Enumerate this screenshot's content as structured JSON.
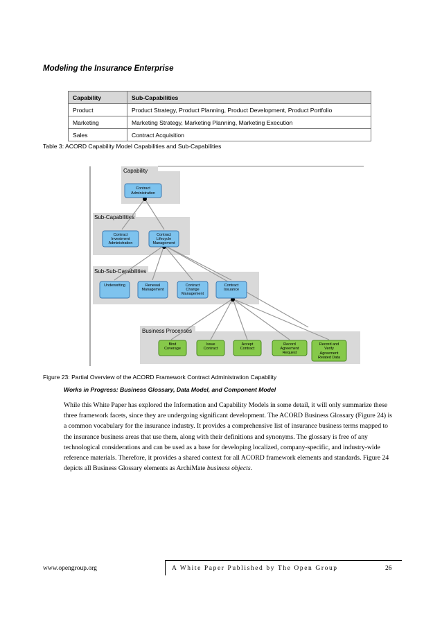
{
  "section_title": "Modeling the Insurance Enterprise",
  "table": {
    "headers": [
      "Capability",
      "Sub-Capabilities"
    ],
    "rows": [
      [
        "Product",
        "Product Strategy, Product Planning, Product Development, Product Portfolio"
      ],
      [
        "Marketing",
        "Marketing Strategy, Marketing Planning, Marketing Execution"
      ],
      [
        "Sales",
        "Contract Acquisition"
      ]
    ]
  },
  "table_caption": "Table 3: ACORD Capability Model Capabilities and Sub-Capabilities",
  "figure": {
    "group_labels": {
      "capability": "Capability",
      "sub_capabilities": "Sub-Capabilities",
      "sub_sub_capabilities": "Sub-Sub-Capabilities",
      "business_processes": "Business Processes"
    },
    "capability_box": [
      "Contract",
      "Administration"
    ],
    "sub_boxes": [
      [
        "Contract",
        "Investment",
        "Administration"
      ],
      [
        "Contract",
        "Lifecycle",
        "Management"
      ]
    ],
    "subsub_boxes": [
      [
        "Underwriting"
      ],
      [
        "Renewal",
        "Management"
      ],
      [
        "Contract",
        "Change",
        "Management"
      ],
      [
        "Contract",
        "Issuance"
      ]
    ],
    "process_boxes": [
      [
        "Bind",
        "Coverage"
      ],
      [
        "Issue",
        "Contract"
      ],
      [
        "Accept",
        "Contract"
      ],
      [
        "Record",
        "Agreement",
        "Request"
      ],
      [
        "Record and",
        "Verify",
        "Agreement",
        "Related Data"
      ]
    ],
    "colors": {
      "capability_fill": "#7ec3ee",
      "capability_stroke": "#3a78b0",
      "process_fill": "#86c94a",
      "process_stroke": "#4a8a1e",
      "group_fill": "#d9d9d9"
    }
  },
  "figure_caption": "Figure 23: Partial Overview of the ACORD Framework Contract Administration Capability",
  "subheading": "Works in Progress: Business Glossary, Data Model, and Component Model",
  "paragraph": {
    "text": "While this White Paper has explored the Information and Capability Models in some detail, it will only summarize these three framework facets, since they are undergoing significant development. The ACORD Business Glossary (Figure 24) is a common vocabulary for the insurance industry. It provides a comprehensive list of insurance business terms mapped to the insurance business areas that use them, along with their definitions and synonyms. The glossary is free of any technological considerations and can be used as a base for developing localized, company-specific, and industry-wide reference materials. Therefore, it provides a shared context for all ACORD framework elements and standards. Figure 24 depicts all Business Glossary elements as ArchiMate ",
    "emphasis": "business objects",
    "end": "."
  },
  "footer": {
    "url": "www.opengroup.org",
    "publisher": "A White Paper Published by The Open Group",
    "page": "26"
  }
}
